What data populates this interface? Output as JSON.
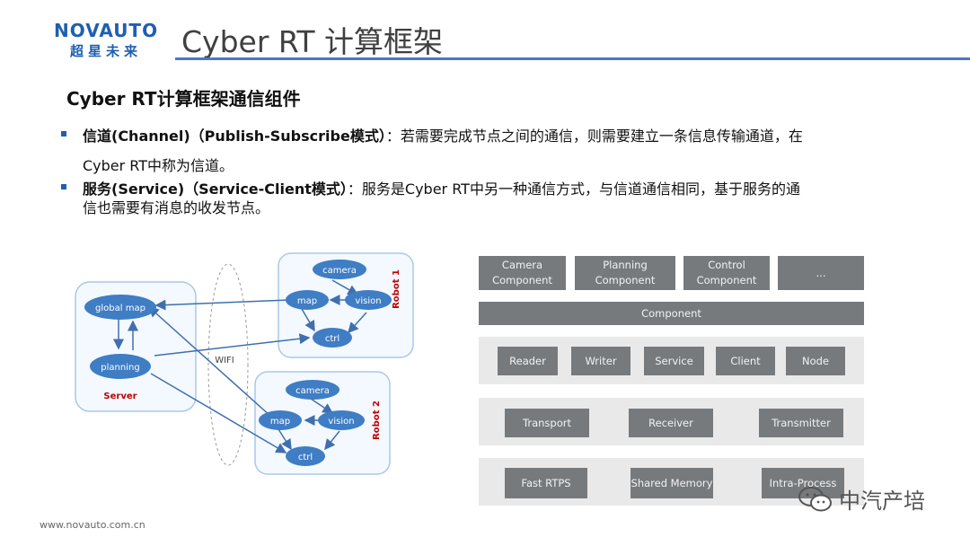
{
  "header": {
    "logo_text": "NOVAUTO",
    "logo_subtext": "超星未来",
    "title": "Cyber RT 计算框架"
  },
  "section": {
    "title": "Cyber RT计算框架通信组件",
    "bullets": [
      {
        "bold": "信道(Channel)（Publish-Subscribe模式）",
        "text_line1": "：若需要完成节点之间的通信，则需要建立一条信息传输通道，在",
        "text_line2": "Cyber RT中称为信道。"
      },
      {
        "bold": "服务(Service)（Service-Client模式）",
        "text_line1": "：服务是Cyber RT中另一种通信方式，与信道通信相同，基于服务的通",
        "text_line2": "信也需要有消息的收发节点。"
      }
    ]
  },
  "left_diagram": {
    "server": {
      "label": "Server",
      "nodes": [
        "global map",
        "planning"
      ]
    },
    "wifi_label": "WIFI",
    "robot1": {
      "label": "Robot 1",
      "nodes": [
        "camera",
        "map",
        "vision",
        "ctrl"
      ]
    },
    "robot2": {
      "label": "Robot 2",
      "nodes": [
        "camera",
        "map",
        "vision",
        "ctrl"
      ]
    },
    "colors": {
      "node_fill": "#3f7dc4",
      "panel_border": "#a9c8e8",
      "server_label": "#c00000"
    }
  },
  "right_diagram": {
    "top_components": [
      "Camera\nComponent",
      "Planning\nComponent",
      "Control\nComponent",
      "..."
    ],
    "component_bar": "Component",
    "row1": [
      "Reader",
      "Writer",
      "Service",
      "Client",
      "Node"
    ],
    "row2": [
      "Transport",
      "Receiver",
      "Transmitter"
    ],
    "row3": [
      "Fast RTPS",
      "Shared Memory",
      "Intra-Process"
    ],
    "colors": {
      "box_fill": "#777a7d",
      "row_fill": "#e9e9e9"
    }
  },
  "footer": {
    "url": "www.novauto.com.cn"
  },
  "watermark": {
    "text": "中汽产培",
    "icon": "wechat-icon"
  }
}
